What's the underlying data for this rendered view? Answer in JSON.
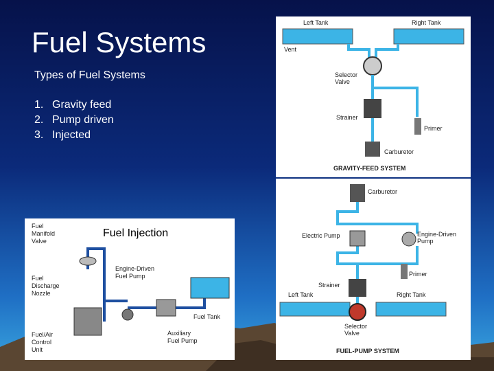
{
  "slide": {
    "title": "Fuel Systems",
    "subtitle": "Types of Fuel Systems",
    "list": [
      {
        "num": "1.",
        "text": "Gravity feed"
      },
      {
        "num": "2.",
        "text": "Pump driven"
      },
      {
        "num": "3.",
        "text": "Injected"
      }
    ]
  },
  "gravity": {
    "left_tank": "Left Tank",
    "right_tank": "Right Tank",
    "vent": "Vent",
    "selector_1": "Selector",
    "selector_2": "Valve",
    "strainer": "Strainer",
    "primer": "Primer",
    "carburetor": "Carburetor",
    "caption": "GRAVITY-FEED SYSTEM"
  },
  "pump": {
    "carburetor": "Carburetor",
    "electric_pump": "Electric Pump",
    "engine_driven_1": "Engine-Driven",
    "engine_driven_2": "Pump",
    "primer": "Primer",
    "strainer": "Strainer",
    "left_tank": "Left Tank",
    "right_tank": "Right Tank",
    "selector_1": "Selector",
    "selector_2": "Valve",
    "caption": "FUEL-PUMP SYSTEM"
  },
  "injection": {
    "title": "Fuel Injection",
    "manifold_1": "Fuel",
    "manifold_2": "Manifold",
    "manifold_3": "Valve",
    "discharge_1": "Fuel",
    "discharge_2": "Discharge",
    "discharge_3": "Nozzle",
    "engine_pump_1": "Engine-Driven",
    "engine_pump_2": "Fuel Pump",
    "fuel_tank": "Fuel Tank",
    "fuel_air_1": "Fuel/Air",
    "fuel_air_2": "Control",
    "fuel_air_3": "Unit",
    "aux_1": "Auxiliary",
    "aux_2": "Fuel Pump"
  },
  "colors": {
    "fuel": "#3cb4e6",
    "line": "#1e4fa0",
    "mountain": "#5a4632"
  }
}
